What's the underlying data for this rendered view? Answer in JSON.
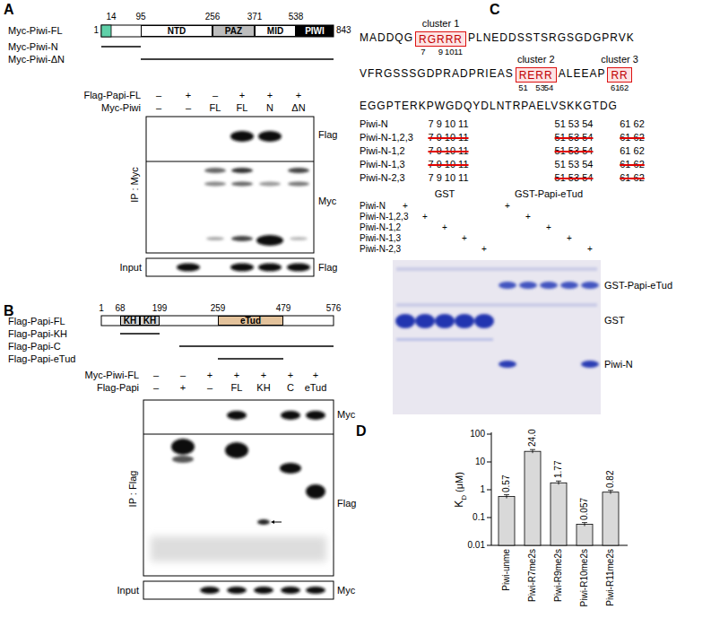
{
  "diagram": {
    "nodes": [
      {
        "text": [
          "NTD"
        ]
      },
      {
        "text": [
          "PAZ"
        ]
      },
      {
        "text": [
          "MID"
        ]
      },
      {
        "text": [
          "PIWI"
        ]
      },
      {
        "text": [
          "KH"
        ]
      },
      {
        "text": [
          "KH"
        ]
      },
      {
        "text": [
          "eTud"
        ]
      },
      {
        "text": [
          "RGRRR"
        ]
      },
      {
        "text": [
          "RERR"
        ]
      },
      {
        "text": [
          "RR"
        ]
      }
    ],
    "labels": [
      "A",
      "14",
      "95",
      "256",
      "371",
      "538",
      "1",
      "843",
      "Myc-Piwi-FL",
      "Myc-Piwi-N",
      "Myc-Piwi-ΔN",
      "Flag-Papi-FL",
      "–",
      "+",
      "–",
      "+",
      "+",
      "+",
      "Myc-Piwi",
      "–",
      "–",
      "FL",
      "FL",
      "N",
      "ΔN",
      "Flag",
      "Myc",
      "IP : Myc",
      "Input",
      "Flag",
      "B",
      "1",
      "68",
      "199",
      "259",
      "479",
      "576",
      "Flag-Papi-FL",
      "Flag-Papi-KH",
      "Flag-Papi-C",
      "Flag-Papi-eTud",
      "Myc-Piwi-FL",
      "–",
      "–",
      "+",
      "+",
      "+",
      "+",
      "+",
      "Flag-Papi",
      "–",
      "+",
      "–",
      "FL",
      "KH",
      "C",
      "eTud",
      "Myc",
      "Flag",
      "IP : Flag",
      "Input",
      "Myc",
      "C",
      "cluster 1",
      "MADDQG",
      "PLNEDDSSTSRGSGDGPRVK",
      "7",
      "9",
      "10",
      "11",
      "cluster 2",
      "cluster 3",
      "VFRGSSSGDPRADPRIEAS",
      "ALEEAP",
      "51",
      "53",
      "54",
      "61",
      "62",
      "EGGPTERKPWGDQYDLNTRPAELVSKKGTDG",
      "Piwi-N",
      "7 9 10 11",
      "51 53 54",
      "61 62",
      "Piwi-N-1,2,3",
      "7 9 10 11",
      "51 53 54",
      "61 62",
      "Piwi-N-1,2",
      "7 9 10 11",
      "51 53 54",
      "61 62",
      "Piwi-N-1,3",
      "7 9 10 11",
      "51 53 54",
      "61 62",
      "Piwi-N-2,3",
      "7 9 10 11",
      "51 53 54",
      "61 62",
      "GST",
      "GST-Papi-eTud",
      "Piwi-N",
      "Piwi-N-1,2,3",
      "Piwi-N-1,2",
      "Piwi-N-1,3",
      "Piwi-N-2,3",
      "+",
      "+",
      "+",
      "+",
      "+",
      "+",
      "+",
      "+",
      "+",
      "+",
      "GST-Papi-eTud",
      "GST",
      "Piwi-N",
      "D",
      "K",
      "D",
      "(μM)",
      "100",
      "10",
      "1",
      "0.1",
      "0.01",
      "0.57",
      "24.0",
      "1.77",
      "0.057",
      "0.82",
      "Piwi-unme",
      "Piwi-R7me2s",
      "Piwi-R9me2s",
      "Piwi-R10me2s",
      "Piwi-R11me2s"
    ]
  }
}
